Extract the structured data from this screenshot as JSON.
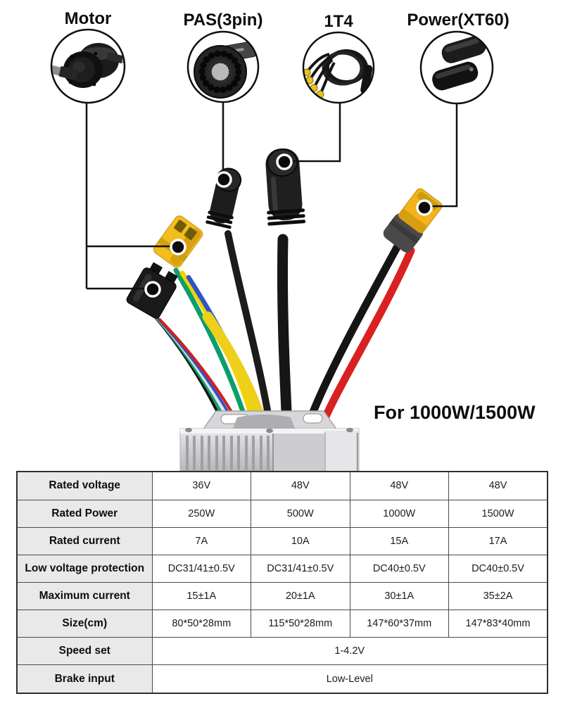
{
  "callouts": {
    "motor": {
      "label": "Motor"
    },
    "pas": {
      "label": "PAS(3pin)"
    },
    "t4": {
      "label": "1T4"
    },
    "power": {
      "label": "Power(XT60)"
    }
  },
  "caption": "For 1000W/1500W",
  "spec_table": {
    "rows": [
      {
        "label": "Rated voltage",
        "values": [
          "36V",
          "48V",
          "48V",
          "48V"
        ]
      },
      {
        "label": "Rated Power",
        "values": [
          "250W",
          "500W",
          "1000W",
          "1500W"
        ]
      },
      {
        "label": "Rated current",
        "values": [
          "7A",
          "10A",
          "15A",
          "17A"
        ]
      },
      {
        "label": "Low voltage protection",
        "values": [
          "DC31/41±0.5V",
          "DC31/41±0.5V",
          "DC40±0.5V",
          "DC40±0.5V"
        ]
      },
      {
        "label": "Maximum current",
        "values": [
          "15±1A",
          "20±1A",
          "30±1A",
          "35±2A"
        ]
      },
      {
        "label": "Size(cm)",
        "values": [
          "80*50*28mm",
          "115*50*28mm",
          "147*60*37mm",
          "147*83*40mm"
        ]
      },
      {
        "label": "Speed set",
        "values": [
          "1-4.2V"
        ]
      },
      {
        "label": "Brake input",
        "values": [
          "Low-Level"
        ]
      }
    ]
  },
  "icons": {
    "motor_photo": "hub-motor",
    "pas_photo": "pas-sensor-disc",
    "t4_photo": "1t4-cable-harness",
    "power_photo": "xt60-connector-caps"
  },
  "colors": {
    "callout_line": "#111111",
    "connector_yellow": "#f2bd1d",
    "wire_red": "#d92121",
    "wire_green": "#0c9e6b",
    "wire_blue": "#2e54c8",
    "wire_yellow": "#f0d400",
    "controller_silver": "#d6d6da",
    "table_label_bg": "#e9e9e9",
    "table_border": "#4a4a4a"
  }
}
